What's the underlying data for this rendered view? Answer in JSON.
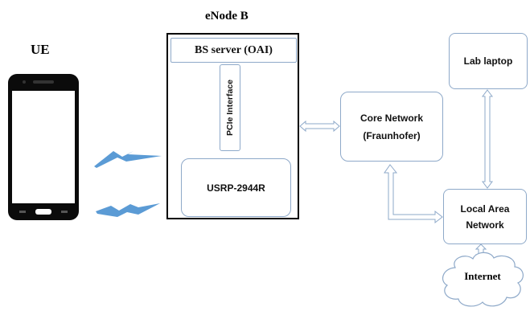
{
  "labels": {
    "ue": "UE",
    "enodeb": "eNode B",
    "bs_server": "BS server (OAI)",
    "pcie": "PCIe Interface",
    "usrp": "USRP-2944R",
    "core_network_line1": "Core Network",
    "core_network_line2": "(Fraunhofer)",
    "lab_laptop": "Lab laptop",
    "lan_line1": "Local Area",
    "lan_line2": "Network",
    "internet": "Internet"
  },
  "colors": {
    "box_border": "#8ea9c9",
    "arrow": "#8ea9c9",
    "lightning": "#5b9bd5",
    "phone": "#0b0b0b"
  },
  "icons": [
    "smartphone-icon",
    "wireless-signal-icon",
    "cloud-icon"
  ]
}
